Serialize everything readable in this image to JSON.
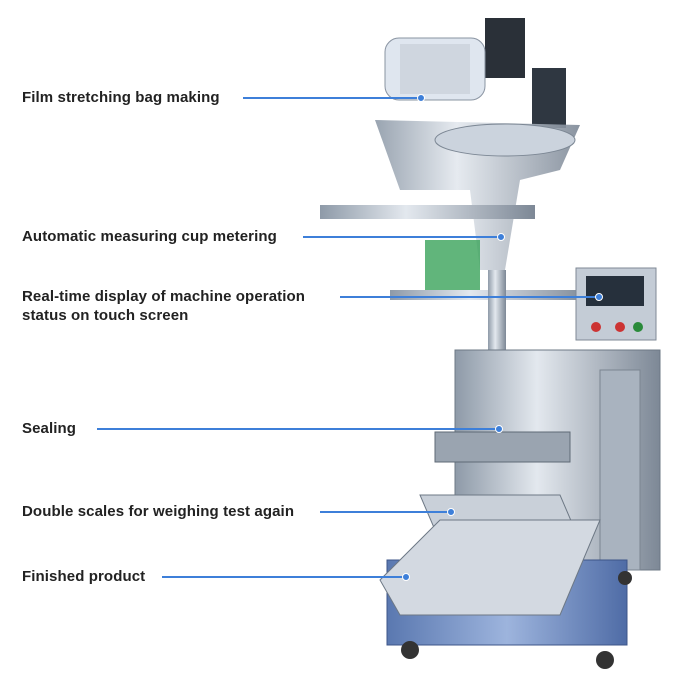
{
  "callouts": [
    {
      "label": "Film stretching bag making"
    },
    {
      "label": "Automatic measuring cup metering"
    },
    {
      "label": "Real-time display of machine operation",
      "label2": "status on touch screen"
    },
    {
      "label": "Sealing"
    },
    {
      "label": "Double scales for weighing test again"
    },
    {
      "label": "Finished product"
    }
  ],
  "colors": {
    "line": "#3d7fd9",
    "text": "#222222",
    "steel": "#b9c3cf",
    "frame_blue": "#6f8fc6"
  }
}
